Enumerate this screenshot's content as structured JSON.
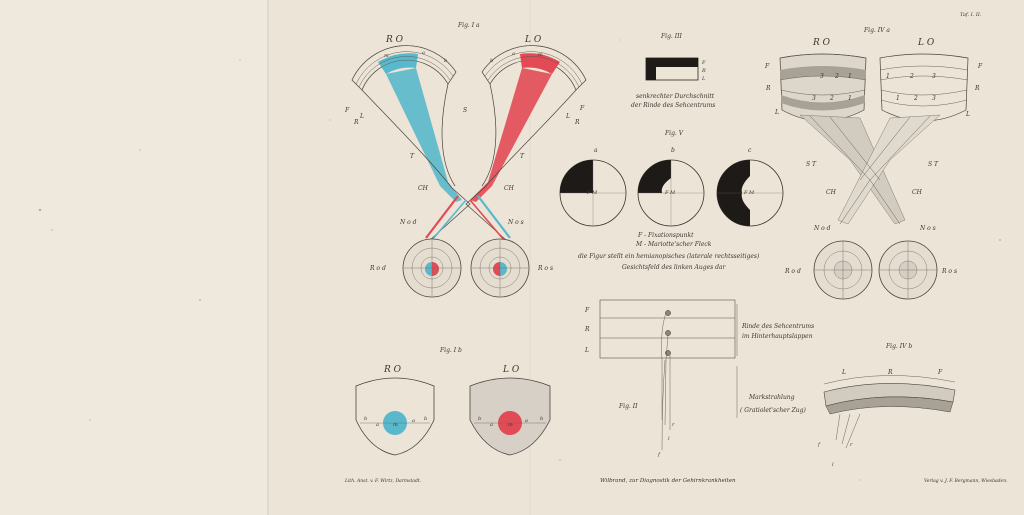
{
  "plate_label": "Taf. I. II.",
  "fig1a": {
    "title": "Fig. I a",
    "left_label": "R O",
    "right_label": "L O",
    "sector_letters_left": [
      "a",
      "b",
      "m"
    ],
    "sector_letters_right": [
      "a",
      "m",
      "b"
    ],
    "side_left": [
      "F",
      "L",
      "R"
    ],
    "side_right": [
      "F",
      "L",
      "R"
    ],
    "s_label": "S",
    "t_left": "T",
    "t_right": "T",
    "ch_left": "CH",
    "ch_right": "CH",
    "nod": "N o d",
    "nos": "N o s",
    "rod": "R o d",
    "ros": "R o s"
  },
  "fig1b": {
    "title": "Fig. I b",
    "left_label": "R O",
    "right_label": "L O",
    "m_label": "m",
    "a_label": "a",
    "b_label": "b"
  },
  "fig3": {
    "title": "Fig. III",
    "letters": [
      "F",
      "R",
      "L"
    ],
    "caption_1": "senkrechter Durchschnitt",
    "caption_2": "der Rinde des Sehcentrums"
  },
  "fig5": {
    "title": "Fig. V",
    "panel_labels": [
      "a",
      "b",
      "c"
    ],
    "fm_label": "F  M",
    "caption_lines": [
      "F - Fixationspunkt",
      "M - Mariotte'scher Fleck",
      "die Figur stellt ein hemianopisches (laterale rechtsseitiges)",
      "Gesichtsfeld des linken Auges dar"
    ]
  },
  "fig2": {
    "title": "Fig. II",
    "layer_letters": [
      "F",
      "R",
      "L"
    ],
    "label_rinde_1": "Rinde des Sehcentrums",
    "label_rinde_2": "im Hinterhauptslappen",
    "label_mark_1": "Markstrahlung",
    "label_mark_2": "( Gratiolet'scher Zug)",
    "r_label": "r",
    "l_label": "l",
    "f_label": "f"
  },
  "fig4a": {
    "title": "Fig. IV a",
    "left_label": "R O",
    "right_label": "L O",
    "side_left": [
      "F",
      "R",
      "L"
    ],
    "side_right": [
      "F",
      "R",
      "L"
    ],
    "st_left": "S T",
    "st_right": "S T",
    "ch_left": "CH",
    "ch_right": "CH",
    "nod": "N o d",
    "nos": "N o s",
    "rod": "R o d",
    "ros": "R o s",
    "numbers_left": [
      "3",
      "2",
      "1"
    ],
    "numbers_right": [
      "1",
      "2",
      "3"
    ]
  },
  "fig4b": {
    "title": "Fig. IV b",
    "letters": [
      "L",
      "R",
      "F"
    ],
    "f_label": "f",
    "r_label": "r",
    "l_label": "l"
  },
  "footer": {
    "left": "Lith. Anst. v. F. Wirtz, Darmstadt.",
    "center": "Wilbrand, zur Diagnostik der Gehirnkrankheiten",
    "right": "Verlag v. J. F. Bergmann, Wiesbaden."
  },
  "colors": {
    "paper": "#ece4d6",
    "cyan": "#5ab8cc",
    "red": "#e24a55",
    "ink": "#3a3530",
    "shade": "#c9c2b6"
  }
}
